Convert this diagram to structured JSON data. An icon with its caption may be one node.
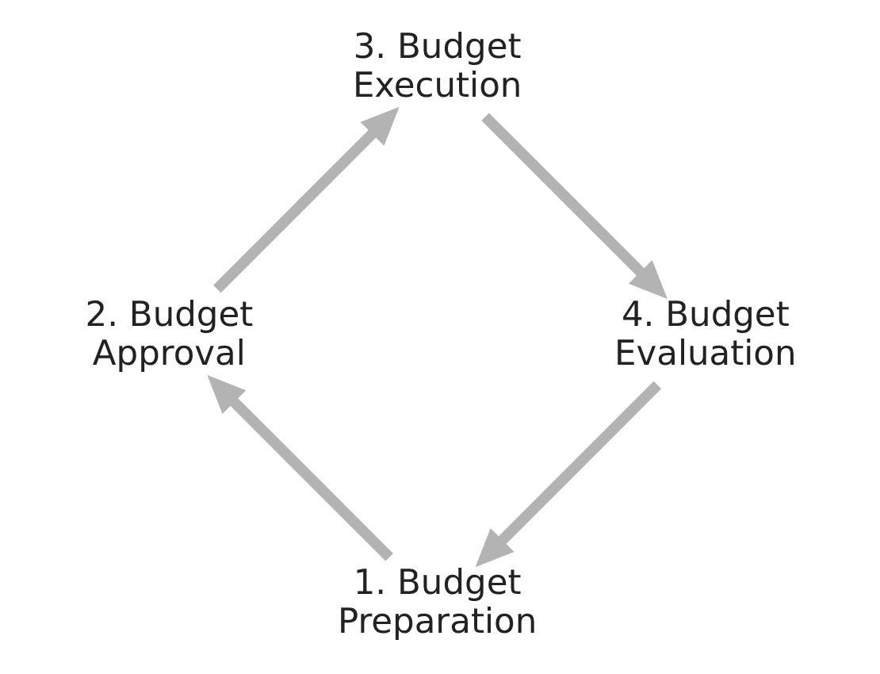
{
  "diagram": {
    "nodes": [
      {
        "text": [
          "1. Budget Preparation"
        ]
      },
      {
        "text": [
          "2. Budget Approval"
        ]
      },
      {
        "text": [
          "3. Budget Execution"
        ]
      },
      {
        "text": [
          "4. Budget Evaluation"
        ]
      }
    ],
    "edges": [
      {
        "from": 0,
        "to": 1,
        "arrow": "to"
      },
      {
        "from": 1,
        "to": 2,
        "arrow": "to"
      },
      {
        "from": 2,
        "to": 3,
        "arrow": "to"
      },
      {
        "from": 3,
        "to": 0,
        "arrow": "to"
      }
    ]
  }
}
